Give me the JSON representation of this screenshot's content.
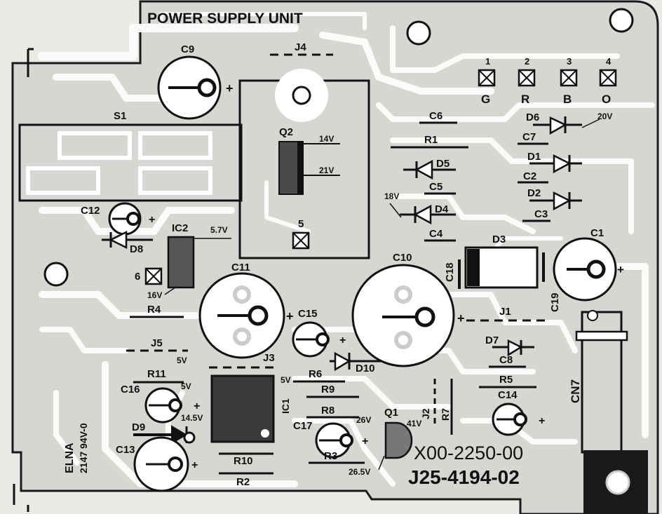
{
  "board": {
    "title": "POWER SUPPLY UNIT",
    "part_number_1": "X00-2250-00",
    "part_number_2": "J25-4194-02",
    "maker": "ELNA",
    "rating": "2147 94V-0"
  },
  "pads": [
    {
      "number": "1",
      "letter": "G"
    },
    {
      "number": "2",
      "letter": "R"
    },
    {
      "number": "3",
      "letter": "B"
    },
    {
      "number": "4",
      "letter": "O"
    }
  ],
  "components": {
    "c9": "C9",
    "j4": "J4",
    "s1": "S1",
    "q2": "Q2",
    "c6": "C6",
    "r1": "R1",
    "d5": "D5",
    "c5": "C5",
    "d4": "D4",
    "c4": "C4",
    "d6": "D6",
    "c7": "C7",
    "d1": "D1",
    "c2": "C2",
    "d2": "D2",
    "c3": "C3",
    "c12": "C12",
    "d8": "D8",
    "ic2": "IC2",
    "pad5": "5",
    "pad6": "6",
    "c11": "C11",
    "c10": "C10",
    "c1": "C1",
    "d3": "D3",
    "c18": "C18",
    "c19": "C19",
    "r4": "R4",
    "c15": "C15",
    "j1": "J1",
    "j5": "J5",
    "j3": "J3",
    "d10": "D10",
    "d7": "D7",
    "c8": "C8",
    "r11": "R11",
    "r6": "R6",
    "r5": "R5",
    "cn7": "CN7",
    "c16": "C16",
    "ic1": "IC1",
    "r9": "R9",
    "j2": "J2",
    "r7": "R7",
    "c14": "C14",
    "d9": "D9",
    "r8": "R8",
    "q1": "Q1",
    "c17": "C17",
    "c13": "C13",
    "r3": "R3",
    "r10": "R10",
    "r2": "R2"
  },
  "voltages": {
    "v14_q2": "14V",
    "v21_q2": "21V",
    "v18": "18V",
    "v20": "20V",
    "v57": "5.7V",
    "v16": "16V",
    "v5_j3": "5V",
    "v5_r11": "5V",
    "v5_ic1": "5V",
    "v145": "14.5V",
    "v26": "26V",
    "v41": "41V",
    "v265": "26.5V"
  },
  "polarity": "+"
}
